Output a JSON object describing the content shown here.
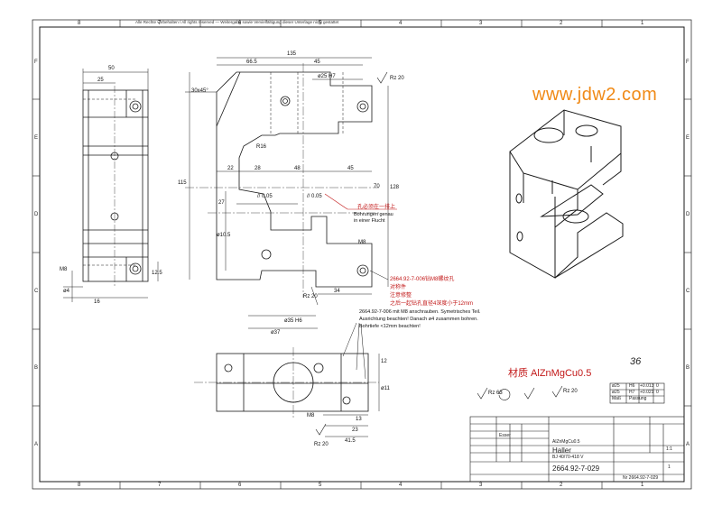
{
  "watermark": "www.jdw2.com",
  "material_label": "材质 AlZnMgCu0.5",
  "annotations": {
    "hole_note_cn": "孔必须在一排上",
    "hole_note_de_1": "Bohrungen genau",
    "hole_note_de_2": "in einer Flucht",
    "thread_note_1": "2664.92-7-006钻M8螺纹孔",
    "thread_note_2": "对称件",
    "thread_note_3": "注意修整",
    "thread_note_4": "之后一起钻孔直径4深度小于12mm",
    "de_note_1": "2664.92-7-006 mit M8 anschrauben. Symetrisches Teil.",
    "de_note_2": "Ausrichtung beachten! Danach ø4 zusammen bohren.",
    "de_note_3": "Bohrtiefe <12mm beachten!"
  },
  "dimensions": {
    "top_total": "135",
    "top_left": "66.5",
    "top_mid": "45",
    "hole_dia": "ø25 H7",
    "chamfer": "30x45°",
    "rough_top": "Rz 20",
    "left_width": "50",
    "left_25": "25",
    "height_115": "115",
    "d22": "22",
    "d28": "28",
    "d48": "48",
    "d45": "45",
    "d70": "70",
    "d128": "128",
    "par1": "// 0.05",
    "par2": "// 0.05",
    "r16": "R16",
    "d27": "27",
    "d10_5": "ø10.5",
    "d34": "34",
    "m8": "M8",
    "rz20b": "Rz 20",
    "d35h6": "ø35 H6",
    "d37": "ø37",
    "m8b": "M8",
    "d16": "16",
    "d4": "ø4",
    "d12_5": "12.5",
    "d41_5": "41.5",
    "d23": "23",
    "d13": "13",
    "d11": "ø11",
    "d12": "12",
    "rz20c": "Rz 20",
    "m8c": "M8"
  },
  "surface": {
    "main": "Rz 63",
    "sub": "Rz 20"
  },
  "fits_table": [
    [
      "ø25",
      "H6",
      "+0.013",
      "0"
    ],
    [
      "ø25",
      "H7",
      "+0.021",
      "0"
    ],
    [
      "Maß",
      "Passung",
      "",
      ""
    ]
  ],
  "title_block": {
    "company": "Haller",
    "subtitle": "BJ 40/70-418 V",
    "drawing_no": "2664.92-7-029",
    "material": "AlZnMgCu0.5",
    "drawn_by": "Esser",
    "scale": "1:1",
    "sheet": "1",
    "footer": "Nr 2664.92-7-029"
  },
  "frame": {
    "cols": [
      "8",
      "7",
      "6",
      "5",
      "4",
      "3",
      "2",
      "1"
    ],
    "rows": [
      "F",
      "E",
      "D",
      "C",
      "B",
      "A"
    ],
    "top_note": "Alle Rechte vorbehalten / All rights reserved — Weitergabe sowie Vervielfältigung dieser Unterlage nicht gestattet",
    "corner": "36"
  }
}
